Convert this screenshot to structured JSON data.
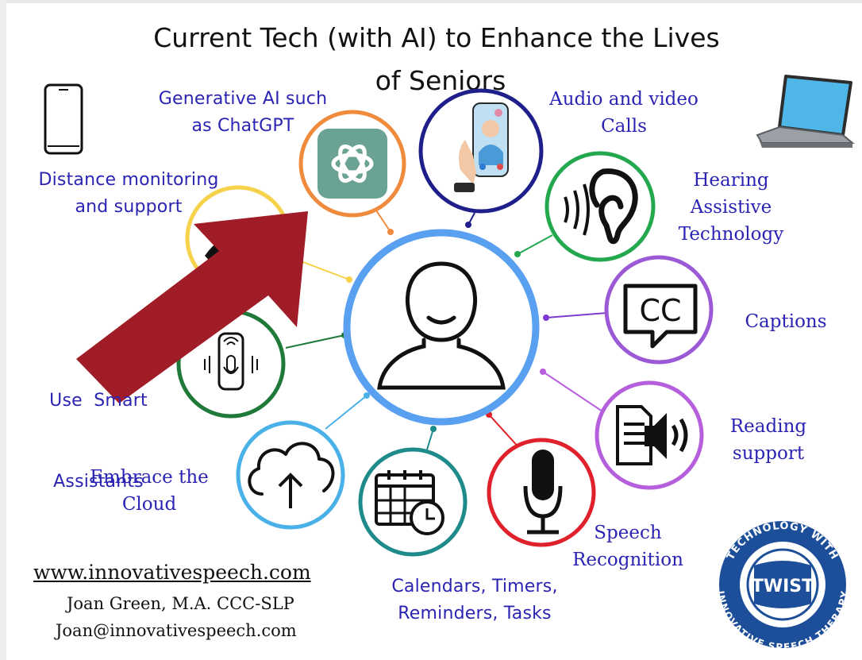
{
  "title": {
    "line1": "Current Tech (with AI) to Enhance the Lives",
    "line2": "of Seniors"
  },
  "features": {
    "generative_ai": {
      "line1": "Generative AI such",
      "line2": "as ChatGPT",
      "icon": "chatgpt-logo-icon",
      "color": "#f08a3c"
    },
    "calls": {
      "line1": "Audio and video",
      "line2": "Calls",
      "icon": "video-call-phone-icon",
      "color": "#1f1f8c"
    },
    "hearing": {
      "line1": "Hearing",
      "line2": "Assistive",
      "line3": "Technology",
      "icon": "ear-sound-icon",
      "color": "#23a84e"
    },
    "captions": {
      "line1": "Captions",
      "icon": "closed-captions-icon",
      "color": "#9b59d6"
    },
    "reading": {
      "line1": "Reading",
      "line2": "support",
      "icon": "document-speaker-icon",
      "color": "#b65fdd"
    },
    "speech": {
      "line1": "Speech",
      "line2": "Recognition",
      "icon": "microphone-icon",
      "color": "#e0202a"
    },
    "calendars": {
      "line1": "Calendars, Timers,",
      "line2": "Reminders, Tasks",
      "icon": "calendar-clock-icon",
      "color": "#1f8a8a"
    },
    "cloud": {
      "line1": "Embrace the",
      "line2": "Cloud",
      "icon": "cloud-upload-icon",
      "color": "#4ab0e8"
    },
    "assistants": {
      "line1": "Use  Smart",
      "line2": "Assistants",
      "icon": "smart-speaker-icon",
      "color": "#1f7a3a"
    },
    "monitoring": {
      "line1": "Distance monitoring",
      "line2": "and support",
      "icon": "monitoring-eye-icon",
      "color": "#f5d24a"
    }
  },
  "center": {
    "icon": "person-icon",
    "color": "#5aa0f0"
  },
  "arrow": {
    "color": "#a01c26"
  },
  "footer": {
    "website": "www.innovativespeech.com",
    "name": "Joan Green, M.A. CCC-SLP",
    "email": "Joan@innovativespeech.com"
  },
  "logo": {
    "text": "TWIST",
    "ring_top": "TECHNOLOGY WITH",
    "ring_bottom": "INNOVATIVE SPEECH THERAPY",
    "color": "#1d4e9a"
  },
  "devices": {
    "phone": "smartphone-icon",
    "laptop": "laptop-icon"
  }
}
